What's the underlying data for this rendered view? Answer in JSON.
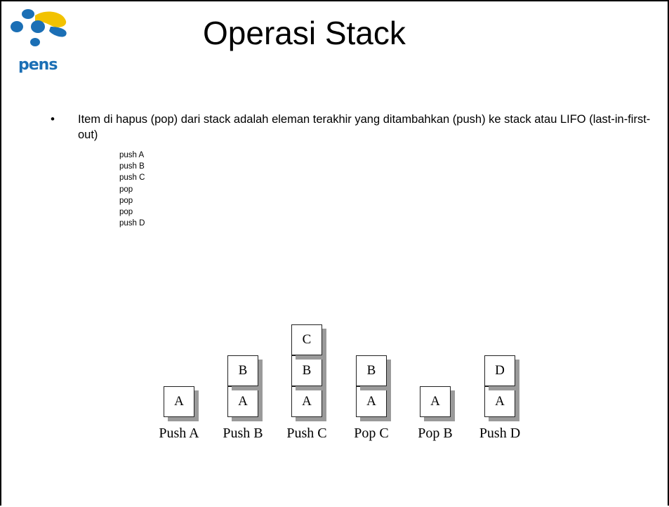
{
  "logo": {
    "text": "pens"
  },
  "title": "Operasi Stack",
  "bullet": {
    "symbol": "•",
    "text": "Item di hapus (pop) dari stack adalah eleman terakhir yang ditambahkan (push)  ke stack atau LIFO (last-in-first-out)"
  },
  "operations": [
    "push A",
    "push B",
    "push C",
    "pop",
    "pop",
    "pop",
    "push D"
  ],
  "diagram": {
    "stacks": [
      {
        "caption": "Push A",
        "items": [
          "A"
        ]
      },
      {
        "caption": "Push B",
        "items": [
          "A",
          "B"
        ]
      },
      {
        "caption": "Push C",
        "items": [
          "A",
          "B",
          "C"
        ]
      },
      {
        "caption": "Pop C",
        "items": [
          "A",
          "B"
        ]
      },
      {
        "caption": "Pop B",
        "items": [
          "A"
        ]
      },
      {
        "caption": "Push D",
        "items": [
          "A",
          "D"
        ]
      }
    ]
  },
  "colors": {
    "logo_blue": "#1b6fb5",
    "logo_yellow": "#f2c200",
    "shadow": "#9a9a9a"
  }
}
